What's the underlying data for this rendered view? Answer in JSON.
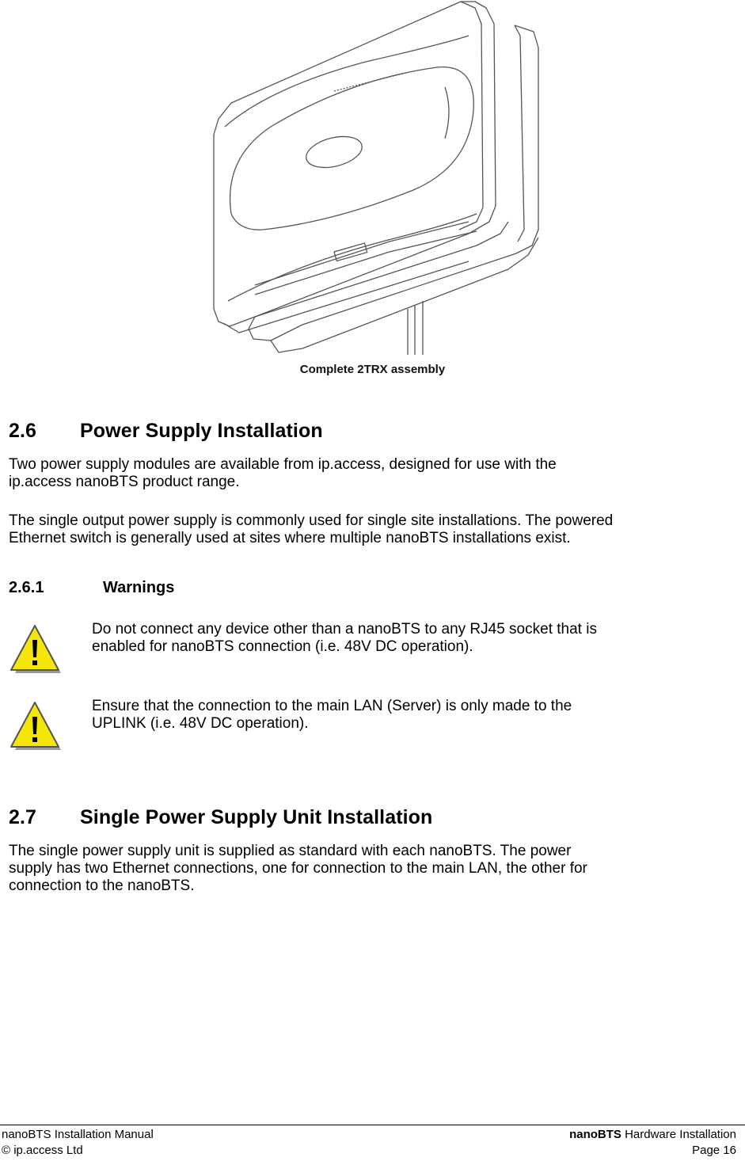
{
  "figure": {
    "caption": "Complete 2TRX assembly"
  },
  "section_2_6": {
    "number": "2.6",
    "title": "Power Supply Installation",
    "para1_line1": "Two power supply modules are available from ip.access, designed for use with the",
    "para1_line2": "ip.access nanoBTS product range.",
    "para2_line1": "The single output power supply is commonly used for single site installations. The powered",
    "para2_line2": "Ethernet switch is generally used at sites where multiple nanoBTS installations exist."
  },
  "section_2_6_1": {
    "number": "2.6.1",
    "title": "Warnings",
    "warnings": [
      {
        "icon": "warning-icon",
        "line1": "Do not connect any device other than a nanoBTS to any RJ45 socket that is",
        "line2": "enabled for nanoBTS connection (i.e. 48V DC operation)."
      },
      {
        "icon": "warning-icon",
        "line1": "Ensure that the connection to the main LAN (Server) is only made to the",
        "line2": "UPLINK (i.e. 48V DC operation)."
      }
    ]
  },
  "section_2_7": {
    "number": "2.7",
    "title": "Single Power Supply Unit Installation",
    "para_line1": "The single power supply unit is supplied as standard with each nanoBTS. The power",
    "para_line2": "supply has two Ethernet connections, one for connection to the main LAN, the other for",
    "para_line3": "connection to the nanoBTS."
  },
  "footer": {
    "doc_title": "nanoBTS Installation Manual",
    "copyright": "© ip.access Ltd",
    "section_bold": "nanoBTS",
    "section_rest": " Hardware Installation",
    "page": "Page 16"
  },
  "colors": {
    "warning_yellow": "#f5e60a",
    "outline": "#444444"
  }
}
